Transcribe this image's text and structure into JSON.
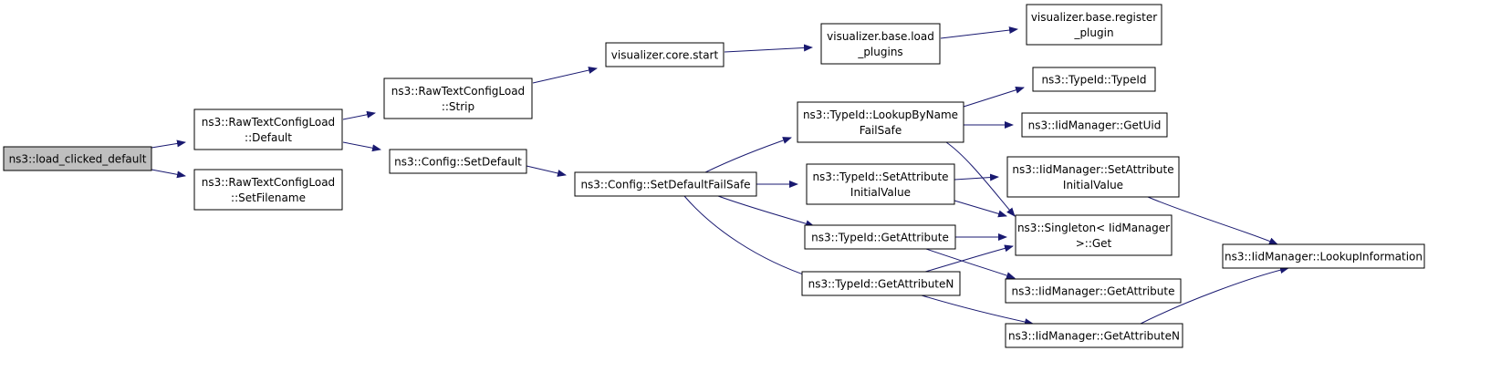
{
  "colors": {
    "edge": "#191970",
    "root_fill": "#bfbfbf",
    "node_fill": "#ffffff",
    "node_border": "#000000"
  },
  "nodes": [
    {
      "id": "load_clicked_default",
      "lines": [
        "ns3::load_clicked_default"
      ],
      "root": true
    },
    {
      "id": "rtcl_default",
      "lines": [
        "ns3::RawTextConfigLoad",
        "::Default"
      ]
    },
    {
      "id": "rtcl_setfilename",
      "lines": [
        "ns3::RawTextConfigLoad",
        "::SetFilename"
      ]
    },
    {
      "id": "rtcl_strip",
      "lines": [
        "ns3::RawTextConfigLoad",
        "::Strip"
      ]
    },
    {
      "id": "config_setdefault",
      "lines": [
        "ns3::Config::SetDefault"
      ]
    },
    {
      "id": "viz_core_start",
      "lines": [
        "visualizer.core.start"
      ]
    },
    {
      "id": "viz_base_load_plugins",
      "lines": [
        "visualizer.base.load",
        "_plugins"
      ]
    },
    {
      "id": "viz_base_register_plugin",
      "lines": [
        "visualizer.base.register",
        "_plugin"
      ]
    },
    {
      "id": "config_setdefaultfailsafe",
      "lines": [
        "ns3::Config::SetDefaultFailSafe"
      ]
    },
    {
      "id": "typeid_lookupbynamefailsafe",
      "lines": [
        "ns3::TypeId::LookupByName",
        "FailSafe"
      ]
    },
    {
      "id": "typeid_setattributeinitialvalue",
      "lines": [
        "ns3::TypeId::SetAttribute",
        "InitialValue"
      ]
    },
    {
      "id": "typeid_getattribute",
      "lines": [
        "ns3::TypeId::GetAttribute"
      ]
    },
    {
      "id": "typeid_getattributen",
      "lines": [
        "ns3::TypeId::GetAttributeN"
      ]
    },
    {
      "id": "typeid_typeid",
      "lines": [
        "ns3::TypeId::TypeId"
      ]
    },
    {
      "id": "iidmanager_getuid",
      "lines": [
        "ns3::IidManager::GetUid"
      ]
    },
    {
      "id": "iidmanager_setattributeinitialvalue",
      "lines": [
        "ns3::IidManager::SetAttribute",
        "InitialValue"
      ]
    },
    {
      "id": "singleton_get",
      "lines": [
        "ns3::Singleton< IidManager",
        ">::Get"
      ]
    },
    {
      "id": "iidmanager_getattribute",
      "lines": [
        "ns3::IidManager::GetAttribute"
      ]
    },
    {
      "id": "iidmanager_getattributen",
      "lines": [
        "ns3::IidManager::GetAttributeN"
      ]
    },
    {
      "id": "iidmanager_lookupinformation",
      "lines": [
        "ns3::IidManager::LookupInformation"
      ]
    }
  ],
  "edges": [
    {
      "from": "load_clicked_default",
      "to": "rtcl_default"
    },
    {
      "from": "load_clicked_default",
      "to": "rtcl_setfilename"
    },
    {
      "from": "rtcl_default",
      "to": "rtcl_strip"
    },
    {
      "from": "rtcl_default",
      "to": "config_setdefault"
    },
    {
      "from": "rtcl_strip",
      "to": "viz_core_start"
    },
    {
      "from": "viz_core_start",
      "to": "viz_base_load_plugins"
    },
    {
      "from": "viz_base_load_plugins",
      "to": "viz_base_register_plugin"
    },
    {
      "from": "config_setdefault",
      "to": "config_setdefaultfailsafe"
    },
    {
      "from": "config_setdefaultfailsafe",
      "to": "typeid_lookupbynamefailsafe"
    },
    {
      "from": "config_setdefaultfailsafe",
      "to": "typeid_setattributeinitialvalue"
    },
    {
      "from": "config_setdefaultfailsafe",
      "to": "typeid_getattribute"
    },
    {
      "from": "config_setdefaultfailsafe",
      "to": "typeid_getattributen"
    },
    {
      "from": "typeid_lookupbynamefailsafe",
      "to": "typeid_typeid"
    },
    {
      "from": "typeid_lookupbynamefailsafe",
      "to": "iidmanager_getuid"
    },
    {
      "from": "typeid_lookupbynamefailsafe",
      "to": "singleton_get"
    },
    {
      "from": "typeid_setattributeinitialvalue",
      "to": "iidmanager_setattributeinitialvalue"
    },
    {
      "from": "typeid_setattributeinitialvalue",
      "to": "singleton_get"
    },
    {
      "from": "typeid_getattribute",
      "to": "singleton_get"
    },
    {
      "from": "typeid_getattribute",
      "to": "iidmanager_getattribute"
    },
    {
      "from": "typeid_getattributen",
      "to": "singleton_get"
    },
    {
      "from": "typeid_getattributen",
      "to": "iidmanager_getattributen"
    },
    {
      "from": "iidmanager_setattributeinitialvalue",
      "to": "iidmanager_lookupinformation"
    },
    {
      "from": "iidmanager_getattributen",
      "to": "iidmanager_lookupinformation"
    }
  ]
}
